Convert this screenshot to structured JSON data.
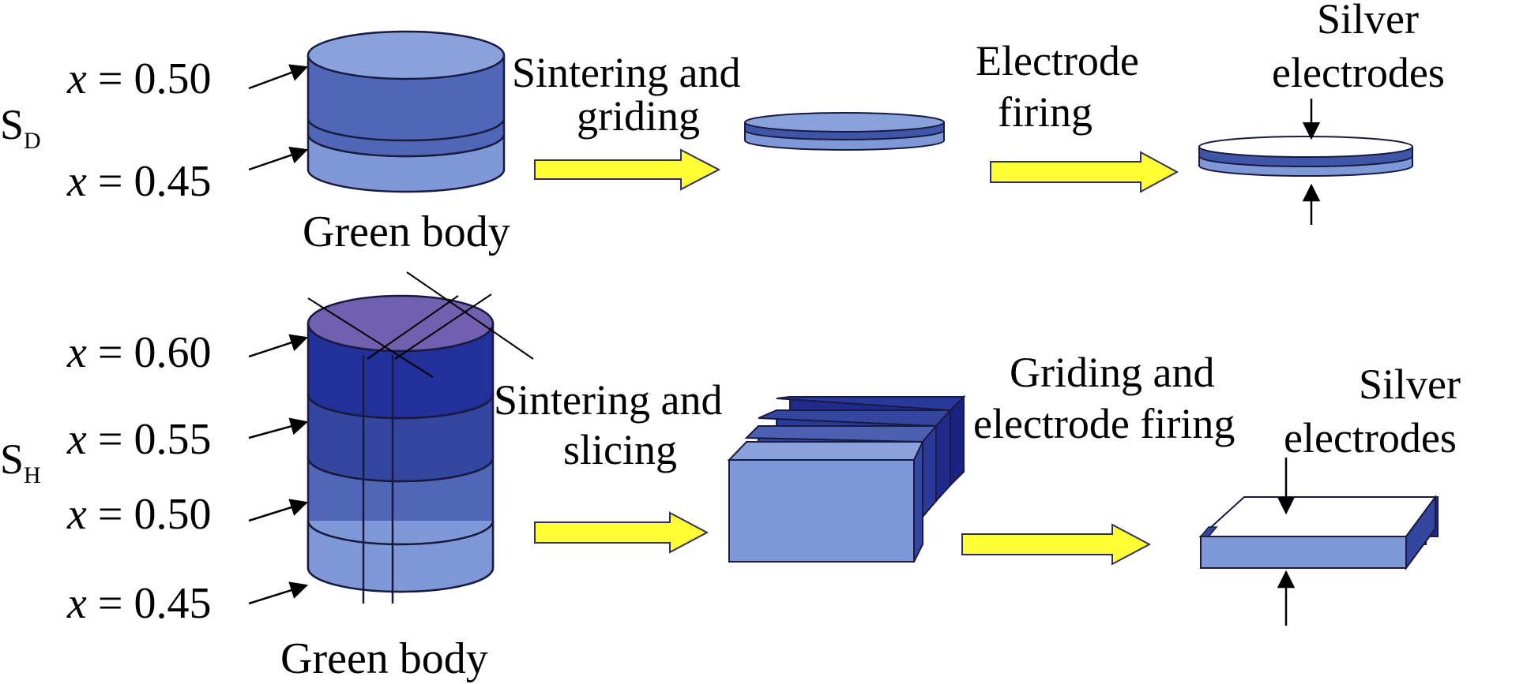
{
  "colors": {
    "layer_light": "#7f98d8",
    "layer_mid": "#5066b6",
    "layer_dark": "#3346a0",
    "layer_darkest": "#1f2b8c",
    "top_purple": "#7060b0",
    "arrow_fill": "#ffff33",
    "arrow_stroke": "#303060",
    "electrode": "#ffffff"
  },
  "icons": [
    "process-arrow",
    "pointer-arrow"
  ],
  "row_d": {
    "label_main": "S",
    "label_sub": "D",
    "layers": [
      "x = 0.50",
      "x = 0.45"
    ],
    "green_body": "Green body",
    "step1": [
      "Sintering and",
      "griding"
    ],
    "step2": [
      "Electrode",
      "firing"
    ],
    "result": [
      "Silver",
      "electrodes"
    ]
  },
  "row_h": {
    "label_main": "S",
    "label_sub": "H",
    "layers": [
      "x = 0.60",
      "x = 0.55",
      "x = 0.50",
      "x = 0.45"
    ],
    "green_body": "Green body",
    "step1": [
      "Sintering and",
      "slicing"
    ],
    "step2": [
      "Griding and",
      "electrode firing"
    ],
    "result": [
      "Silver",
      "electrodes"
    ]
  }
}
